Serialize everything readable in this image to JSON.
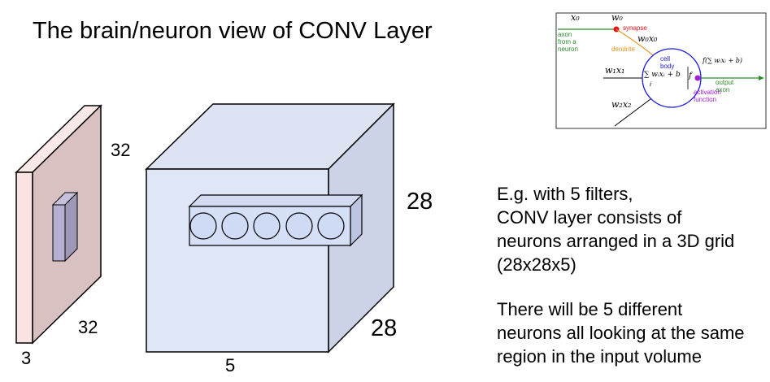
{
  "title": "The brain/neuron view of CONV Layer",
  "input_volume": {
    "height": "32",
    "width": "32",
    "depth": "3"
  },
  "output_volume": {
    "height": "28",
    "width": "28",
    "depth": "5"
  },
  "description": {
    "para1": [
      "E.g. with 5 filters,",
      "CONV layer consists of",
      "neurons arranged in a 3D grid",
      "(28x28x5)"
    ],
    "para2": [
      "There will be 5 different",
      "neurons all looking at the same",
      "region in the input volume"
    ]
  },
  "neuron_diagram": {
    "x0": "x₀",
    "w0": "w₀",
    "synapse": "synapse",
    "axon_from_neuron": "axon from a neuron",
    "w0x0": "w₀x₀",
    "dendrite": "dendrite",
    "cell_body": "cell body",
    "sum": "∑ wᵢxᵢ + b",
    "sum_index": "i",
    "f": "f",
    "w1x1": "w₁x₁",
    "w2x2": "w₂x₂",
    "activation_formula": "f(∑ wᵢxᵢ + b)",
    "output_axon": "output axon",
    "activation_function_1": "activation",
    "activation_function_2": "function",
    "colors": {
      "synapse": "#e8111d",
      "axon": "#2b8a2b",
      "dendrite": "#e8931d",
      "cell_body": "#1a1ae6",
      "activation": "#a020d8"
    }
  }
}
